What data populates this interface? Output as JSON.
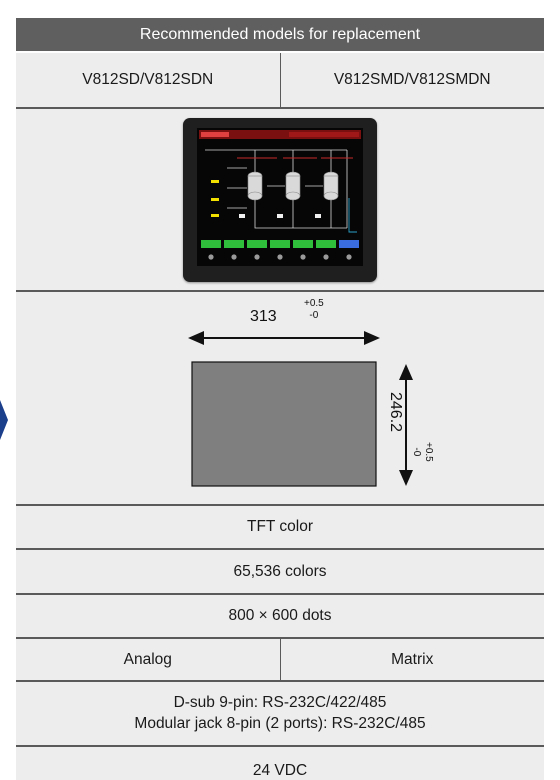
{
  "header": {
    "title": "Recommended models for replacement"
  },
  "models": {
    "left": "V812SD/V812SDN",
    "right": "V812SMD/V812SMDN"
  },
  "dimensions": {
    "width": "313",
    "width_tol_plus": "+0.5",
    "width_tol_minus": "-0",
    "height": "246.2",
    "height_tol_plus": "+0.5",
    "height_tol_minus": "-0"
  },
  "specs": {
    "display": "TFT color",
    "colors": "65,536 colors",
    "resolution": "800 × 600 dots",
    "touch_left": "Analog",
    "touch_right": "Matrix",
    "ports_line1": "D-sub 9-pin: RS-232C/422/485",
    "ports_line2": "Modular jack 8-pin (2 ports): RS-232C/485",
    "power": "24 VDC"
  },
  "colors": {
    "header_bg": "#5f5f5f",
    "cell_bg": "#ededed",
    "cutout_fill": "#7f7f7f",
    "accent_arrow": "#1c3f8c"
  },
  "icons": {
    "edge_marker": "left-arrow-icon"
  }
}
